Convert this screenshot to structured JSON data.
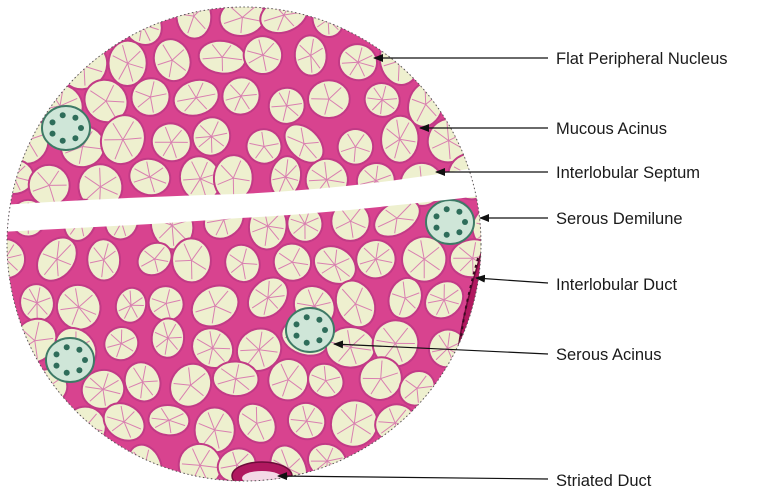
{
  "figure": {
    "colors": {
      "background_stroma": "#d8438f",
      "acinus_fill": "#eef0cf",
      "acinus_stroke": "#c23a86",
      "serous_fill": "#cfe6d8",
      "serous_nucleus": "#2e6d5a",
      "duct_fill": "#b0185f",
      "septum": "#ffffff",
      "leader": "#111111"
    },
    "labels": [
      {
        "id": "flat-peripheral-nucleus",
        "text": "Flat Peripheral Nucleus"
      },
      {
        "id": "mucous-acinus",
        "text": "Mucous Acinus"
      },
      {
        "id": "interlobular-septum",
        "text": "Interlobular Septum"
      },
      {
        "id": "serous-demilune",
        "text": "Serous Demilune"
      },
      {
        "id": "interlobular-duct",
        "text": "Interlobular Duct"
      },
      {
        "id": "serous-acinus",
        "text": "Serous Acinus"
      },
      {
        "id": "striated-duct",
        "text": "Striated Duct"
      }
    ]
  }
}
